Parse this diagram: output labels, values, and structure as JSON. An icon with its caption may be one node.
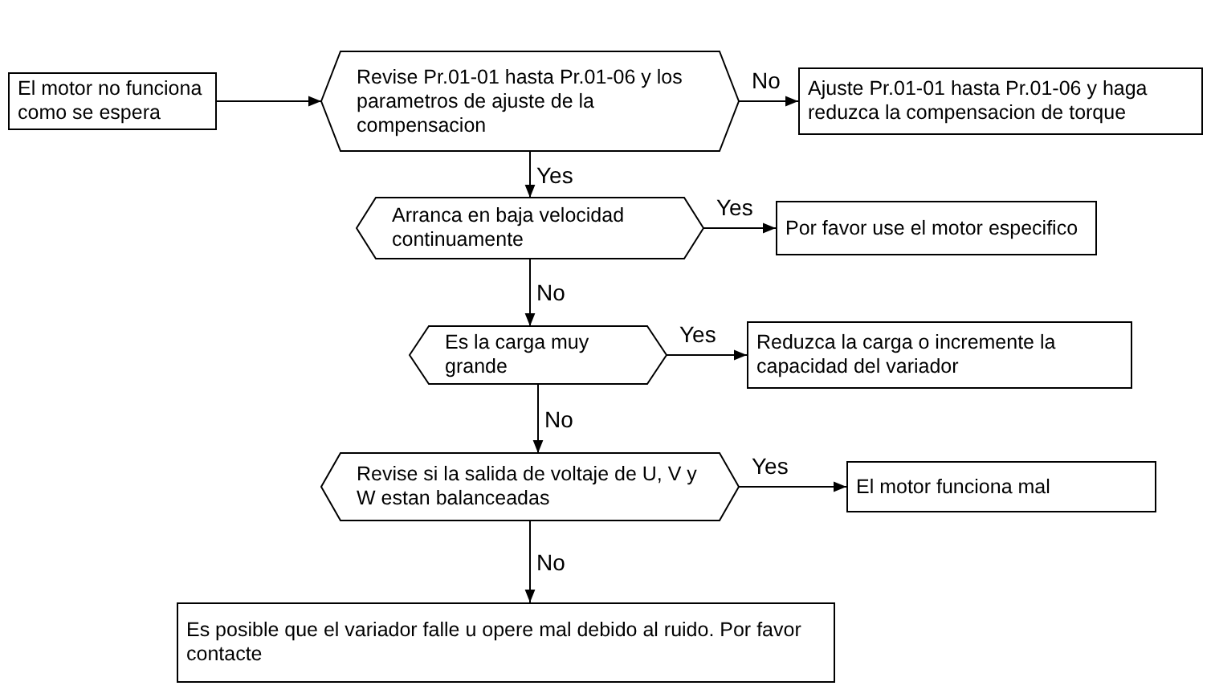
{
  "diagram": {
    "nodes": [
      {
        "text": [
          "El motor no funciona como se espera"
        ]
      },
      {
        "text": [
          "Revise Pr.01-01 hasta Pr.01-06 y los parametros de ajuste de la compensacion"
        ]
      },
      {
        "text": [
          "Ajuste Pr.01-01 hasta Pr.01-06 y haga reduzca la compensacion de torque"
        ]
      },
      {
        "text": [
          "Arranca en baja velocidad continuamente"
        ]
      },
      {
        "text": [
          "Por favor use el motor especifico"
        ]
      },
      {
        "text": [
          "Es la carga muy grande"
        ]
      },
      {
        "text": [
          "Reduzca la carga o incremente la capacidad del variador"
        ]
      },
      {
        "text": [
          "Revise si la salida de voltaje de U, V y W estan balanceadas"
        ]
      },
      {
        "text": [
          "El motor funciona mal"
        ]
      },
      {
        "text": [
          "Es posible que el variador falle u opere mal debido al ruido. Por favor contacte"
        ]
      }
    ],
    "edges": [
      {
        "from": 0,
        "to": 1,
        "arrow": "to"
      },
      {
        "from": 1,
        "to": 2,
        "arrow": "to",
        "label": "No"
      },
      {
        "from": 1,
        "to": 3,
        "arrow": "to",
        "label": "Yes"
      },
      {
        "from": 3,
        "to": 4,
        "arrow": "to",
        "label": "Yes"
      },
      {
        "from": 3,
        "to": 5,
        "arrow": "to",
        "label": "No"
      },
      {
        "from": 5,
        "to": 6,
        "arrow": "to",
        "label": "Yes"
      },
      {
        "from": 5,
        "to": 7,
        "arrow": "to",
        "label": "No"
      },
      {
        "from": 7,
        "to": 8,
        "arrow": "to",
        "label": "Yes"
      },
      {
        "from": 7,
        "to": 9,
        "arrow": "to",
        "label": "No"
      }
    ]
  }
}
